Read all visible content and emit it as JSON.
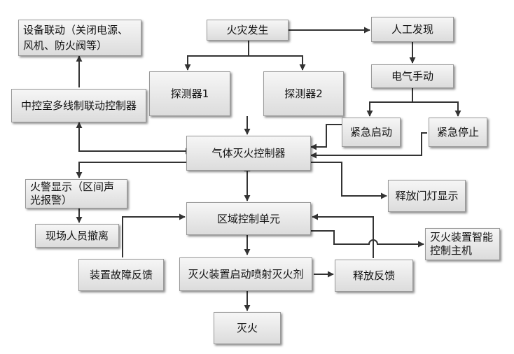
{
  "nodes": {
    "fire_occurs": "火灾发生",
    "manual_discovery": "人工发现",
    "equipment_linkage": "设备联动（关闭电源、风机、防火阀等）",
    "detector_1": "探测器1",
    "detector_2": "探测器2",
    "electric_manual": "电气手动",
    "central_controller": "中控室多线制联动控制器",
    "emergency_start": "紧急启动",
    "emergency_stop": "紧急停止",
    "gas_controller": "气体灭火控制器",
    "fire_alarm_display": "火警显示（区间声光报警）",
    "release_light": "释放门灯显示",
    "personnel_evacuation": "现场人员撤离",
    "zone_control": "区域控制单元",
    "intelligent_host": "灭火装置智能控制主机",
    "fault_feedback": "装置故障反馈",
    "spray_agent": "灭火装置启动喷射灭火剂",
    "release_feedback": "释放反馈",
    "extinguish": "灭火"
  }
}
